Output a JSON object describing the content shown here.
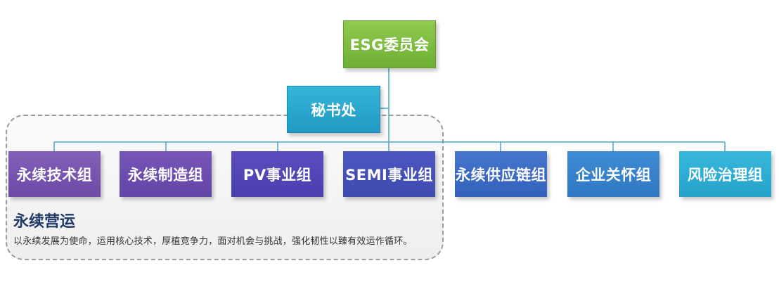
{
  "top": {
    "label": "ESG委员会",
    "color": "#7dbb43"
  },
  "secretariat": {
    "label": "秘书处",
    "color": "#29a9d1"
  },
  "teams": [
    {
      "label": "永续技术组",
      "color": "#7552b0"
    },
    {
      "label": "永续制造组",
      "color": "#6c4cae"
    },
    {
      "label": "PV事业组",
      "color": "#5246b8"
    },
    {
      "label": "SEMI事业组",
      "color": "#4550b8"
    },
    {
      "label": "永续供应链组",
      "color": "#3b69c5"
    },
    {
      "label": "企业关怀组",
      "color": "#3682cc"
    },
    {
      "label": "风险治理组",
      "color": "#2eadd4"
    }
  ],
  "group": {
    "title": "永续营运",
    "description": "以永续发展为使命，运用核心技术，厚植竞争力，面对机会与挑战，强化韧性以臻有效运作循环。"
  }
}
